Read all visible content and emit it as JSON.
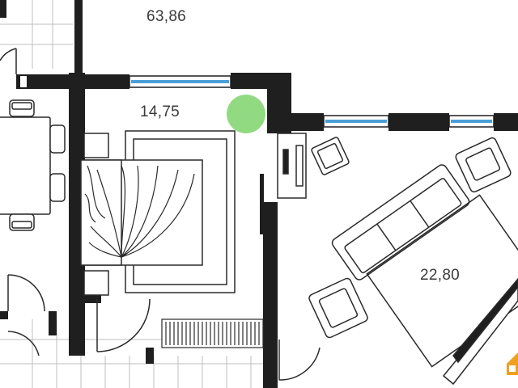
{
  "rooms": [
    {
      "id": "living-hall",
      "area": "63,86"
    },
    {
      "id": "bedroom",
      "area": "14,75"
    },
    {
      "id": "living-room",
      "area": "22,80"
    }
  ],
  "colors": {
    "wall": "#1f1f1f",
    "window_glass": "#4a9fd8",
    "marker": "#7ed36b",
    "tile_grid": "#bfbfbf",
    "furniture_line": "#2a2a2a",
    "logo": "#f0a020"
  },
  "icons": [
    "bed-icon",
    "dining-table-icon",
    "sofa-icon",
    "armchair-icon",
    "desk-icon",
    "radiator-icon",
    "wardrobe-icon",
    "door-swing-icon",
    "logo-icon"
  ]
}
